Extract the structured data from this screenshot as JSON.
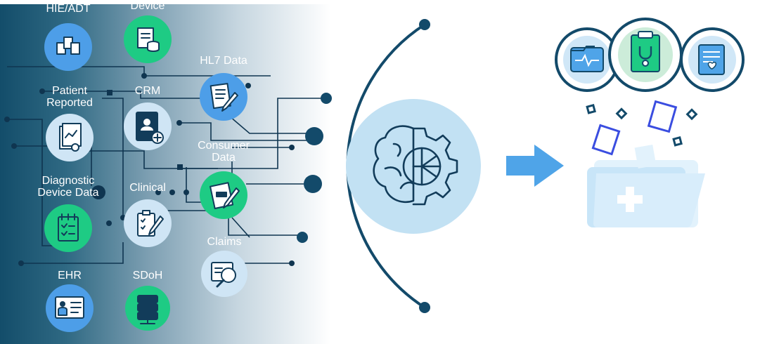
{
  "sources": [
    {
      "id": "hie-adt",
      "label": "HIE/ADT",
      "icon": "documents-icon"
    },
    {
      "id": "device",
      "label": "Device",
      "icon": "device-database-icon"
    },
    {
      "id": "hl7",
      "label": "HL7 Data",
      "icon": "document-pen-icon"
    },
    {
      "id": "patient",
      "label": "Patient\nReported",
      "icon": "report-chart-icon"
    },
    {
      "id": "crm",
      "label": "CRM",
      "icon": "id-badge-icon"
    },
    {
      "id": "consumer",
      "label": "Consumer\nData",
      "icon": "notes-pen-icon"
    },
    {
      "id": "diagnostic",
      "label": "Diagnostic\nDevice Data",
      "icon": "checklist-icon"
    },
    {
      "id": "clinical",
      "label": "Clinical",
      "icon": "clipboard-pen-icon"
    },
    {
      "id": "claims",
      "label": "Claims",
      "icon": "binary-search-icon"
    },
    {
      "id": "ehr",
      "label": "EHR",
      "icon": "patient-record-icon"
    },
    {
      "id": "sdoh",
      "label": "SDoH",
      "icon": "server-icon"
    }
  ],
  "hub_icon": "brain-gear-icon",
  "flow_icon": "arrow-right-icon",
  "output_icons": [
    "heart-folder-icon",
    "stethoscope-record-icon",
    "heart-document-icon"
  ],
  "result_icon": "medical-folder-icon",
  "colors": {
    "panel_dark": "#16546f",
    "blue_circle": "#4d9ee8",
    "green_circle": "#1ecb84",
    "light_blue_circle": "#cfe5f5",
    "arc": "#134a6a",
    "hub_fill": "#c2e1f3",
    "arrow": "#4fa4e8",
    "folder": "#d3ebfa",
    "accent_square": "#3a4de0"
  }
}
